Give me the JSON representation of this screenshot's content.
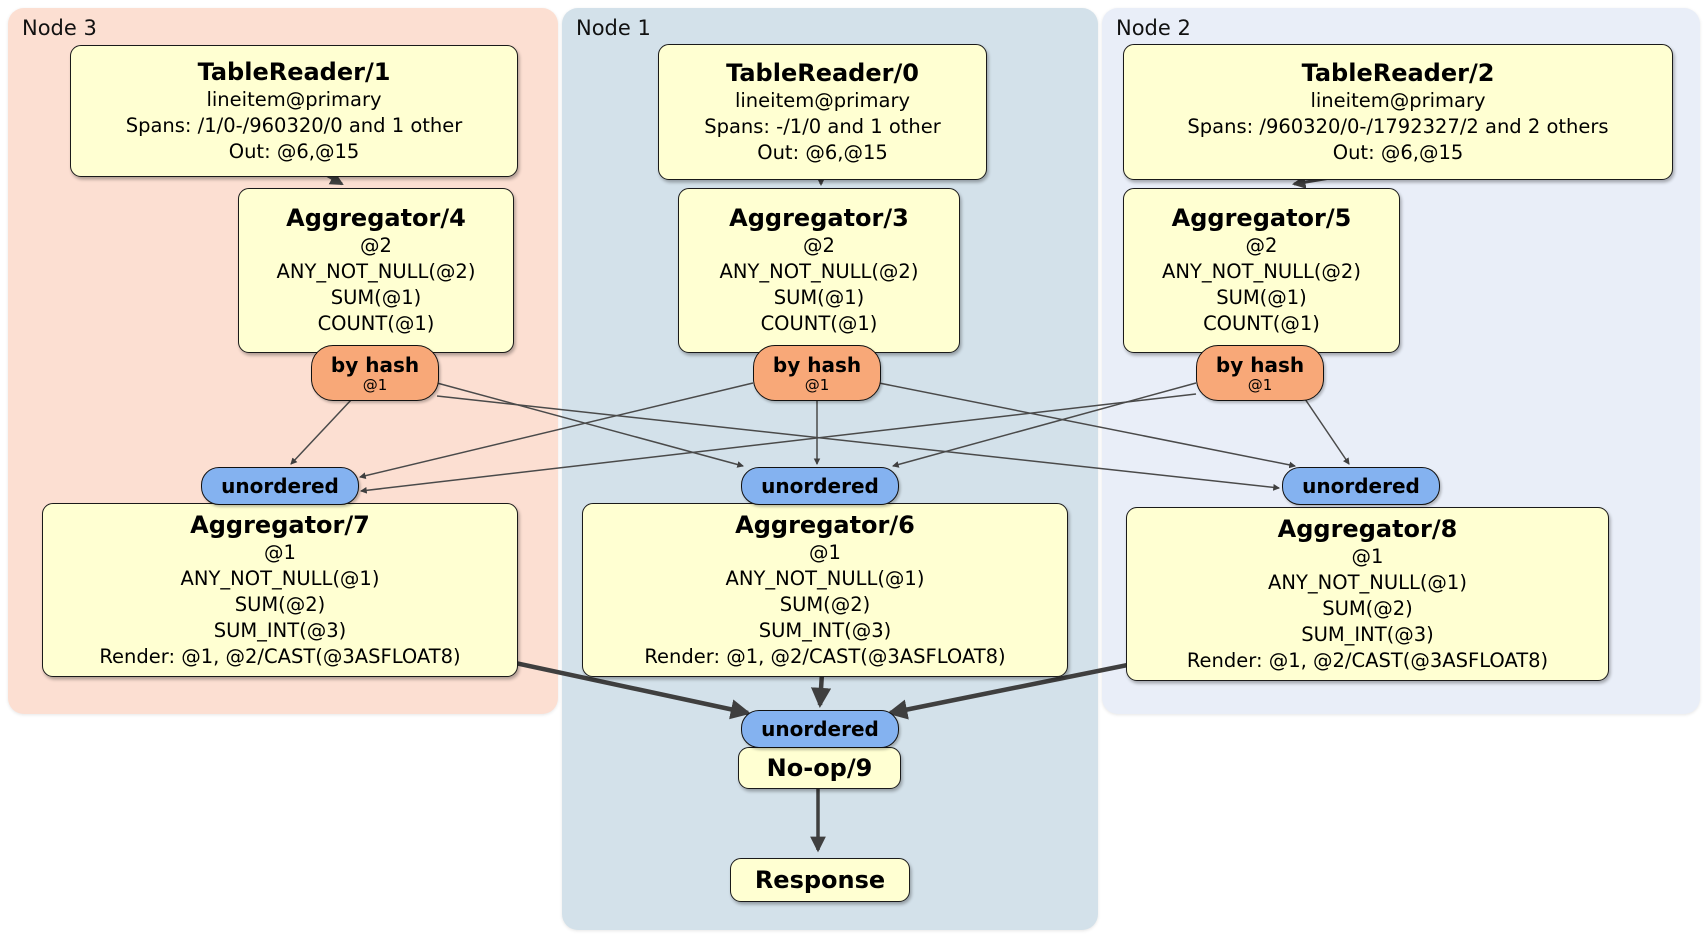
{
  "diagram": {
    "kind": "distsql-plan",
    "colors": {
      "node3_bg": "#fcdfd2",
      "node1_bg": "#d3e1ea",
      "node2_bg": "#e9eef8",
      "processor_fill": "#ffffd2",
      "router_fill": "#f8a878",
      "sync_fill": "#84b2f0",
      "edge_thin": "#4a4a4a",
      "edge_thick": "#3f3f3f",
      "border": "#1a1a1a"
    }
  },
  "regions": {
    "node3": {
      "label": "Node 3"
    },
    "node1": {
      "label": "Node 1"
    },
    "node2": {
      "label": "Node 2"
    }
  },
  "processors": {
    "tr1": {
      "title": "TableReader/1",
      "lines": [
        "lineitem@primary",
        "Spans: /1/0-/960320/0 and 1 other",
        "Out: @6,@15"
      ]
    },
    "tr0": {
      "title": "TableReader/0",
      "lines": [
        "lineitem@primary",
        "Spans: -/1/0 and 1 other",
        "Out: @6,@15"
      ]
    },
    "tr2": {
      "title": "TableReader/2",
      "lines": [
        "lineitem@primary",
        "Spans: /960320/0-/1792327/2 and 2 others",
        "Out: @6,@15"
      ]
    },
    "agg4": {
      "title": "Aggregator/4",
      "lines": [
        "@2",
        "ANY_NOT_NULL(@2)",
        "SUM(@1)",
        "COUNT(@1)"
      ]
    },
    "agg3": {
      "title": "Aggregator/3",
      "lines": [
        "@2",
        "ANY_NOT_NULL(@2)",
        "SUM(@1)",
        "COUNT(@1)"
      ]
    },
    "agg5": {
      "title": "Aggregator/5",
      "lines": [
        "@2",
        "ANY_NOT_NULL(@2)",
        "SUM(@1)",
        "COUNT(@1)"
      ]
    },
    "agg7": {
      "title": "Aggregator/7",
      "lines": [
        "@1",
        "ANY_NOT_NULL(@1)",
        "SUM(@2)",
        "SUM_INT(@3)",
        "Render: @1, @2/CAST(@3ASFLOAT8)"
      ]
    },
    "agg6": {
      "title": "Aggregator/6",
      "lines": [
        "@1",
        "ANY_NOT_NULL(@1)",
        "SUM(@2)",
        "SUM_INT(@3)",
        "Render: @1, @2/CAST(@3ASFLOAT8)"
      ]
    },
    "agg8": {
      "title": "Aggregator/8",
      "lines": [
        "@1",
        "ANY_NOT_NULL(@1)",
        "SUM(@2)",
        "SUM_INT(@3)",
        "Render: @1, @2/CAST(@3ASFLOAT8)"
      ]
    },
    "noop": {
      "title": "No-op/9"
    },
    "response": {
      "title": "Response"
    }
  },
  "routers": {
    "node3": {
      "label": "by hash",
      "key": "@1"
    },
    "node1": {
      "label": "by hash",
      "key": "@1"
    },
    "node2": {
      "label": "by hash",
      "key": "@1"
    }
  },
  "syncs": {
    "node3": {
      "label": "unordered"
    },
    "node1": {
      "label": "unordered"
    },
    "node2": {
      "label": "unordered"
    },
    "final": {
      "label": "unordered"
    }
  },
  "edges": [
    {
      "from": "TableReader/1",
      "to": "Aggregator/4"
    },
    {
      "from": "TableReader/0",
      "to": "Aggregator/3"
    },
    {
      "from": "TableReader/2",
      "to": "Aggregator/5"
    },
    {
      "from": "Aggregator/4 by hash router",
      "to": "unordered sync Node 3"
    },
    {
      "from": "Aggregator/4 by hash router",
      "to": "unordered sync Node 1"
    },
    {
      "from": "Aggregator/4 by hash router",
      "to": "unordered sync Node 2"
    },
    {
      "from": "Aggregator/3 by hash router",
      "to": "unordered sync Node 3"
    },
    {
      "from": "Aggregator/3 by hash router",
      "to": "unordered sync Node 1"
    },
    {
      "from": "Aggregator/3 by hash router",
      "to": "unordered sync Node 2"
    },
    {
      "from": "Aggregator/5 by hash router",
      "to": "unordered sync Node 3"
    },
    {
      "from": "Aggregator/5 by hash router",
      "to": "unordered sync Node 1"
    },
    {
      "from": "Aggregator/5 by hash router",
      "to": "unordered sync Node 2"
    },
    {
      "from": "Aggregator/7",
      "to": "final unordered sync"
    },
    {
      "from": "Aggregator/6",
      "to": "final unordered sync"
    },
    {
      "from": "Aggregator/8",
      "to": "final unordered sync"
    },
    {
      "from": "No-op/9",
      "to": "Response"
    }
  ]
}
